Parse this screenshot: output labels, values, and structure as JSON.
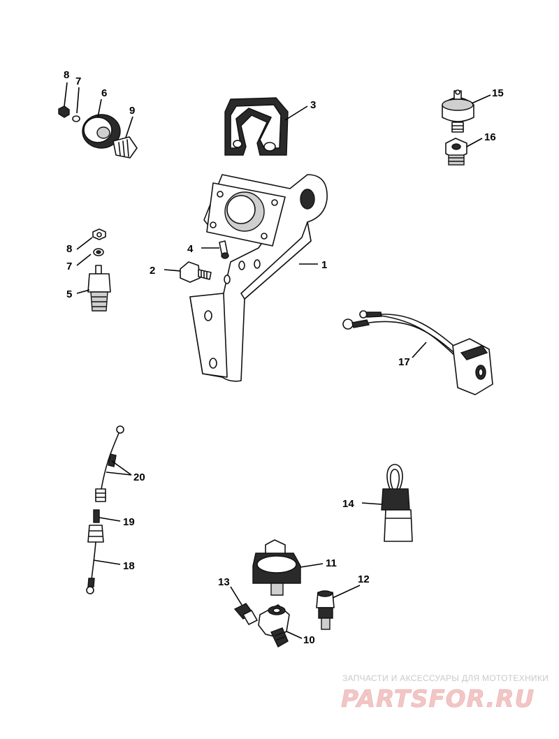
{
  "callouts": {
    "c1": "1",
    "c2": "2",
    "c3": "3",
    "c4": "4",
    "c5": "5",
    "c6": "6",
    "c7a": "7",
    "c7b": "7",
    "c8a": "8",
    "c8b": "8",
    "c9": "9",
    "c10": "10",
    "c11": "11",
    "c12": "12",
    "c13": "13",
    "c14": "14",
    "c15": "15",
    "c16": "16",
    "c17": "17",
    "c18": "18",
    "c19": "19",
    "c20": "20"
  },
  "watermark": {
    "tagline": "ЗАПЧАСТИ И АКСЕССУАРЫ ДЛЯ МОТОТЕХНИКИ",
    "logo": "PARTSFOR.RU"
  },
  "colors": {
    "ink": "#111111",
    "watermark": "#f3c6c6"
  }
}
